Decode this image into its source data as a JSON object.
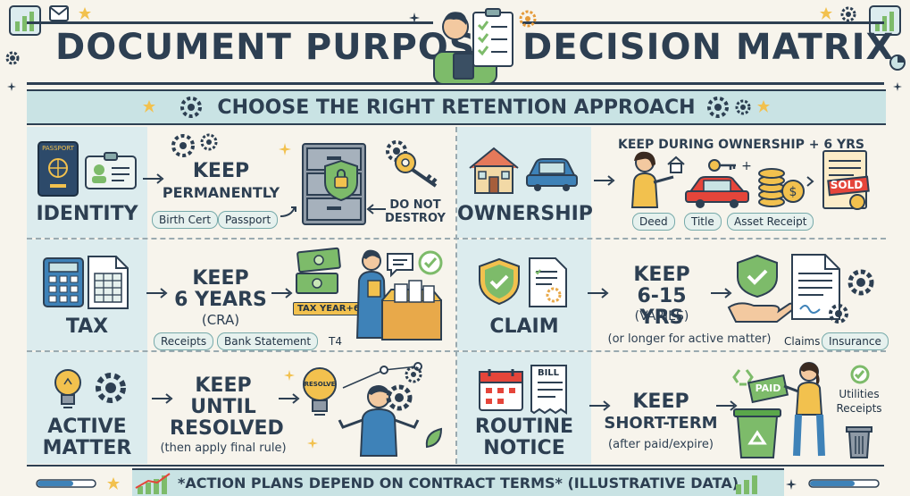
{
  "title": {
    "left": "DOCUMENT PURPOS",
    "right": "DECISION MATRIX"
  },
  "banner": "CHOOSE THE RIGHT RETENTION APPROACH",
  "rows": {
    "identity": {
      "label": "IDENTITY",
      "keep": "KEEP",
      "rule": "PERMANENTLY",
      "pills": [
        "Birth Cert",
        "Passport"
      ],
      "note": "DO NOT DESTROY",
      "icon_text": "PASSPORT"
    },
    "ownership": {
      "label": "OWNERSHIP",
      "rule": "KEEP DURING OWNERSHIP + 6 YRS",
      "pills": [
        "Deed",
        "Title",
        "Asset Receipt"
      ],
      "stamp": "SOLD"
    },
    "tax": {
      "label": "TAX",
      "keep": "KEEP",
      "rule": "6 YEARS",
      "sub": "(CRA)",
      "tag": "TAX YEAR+6",
      "pills": [
        "Receipts",
        "Bank Statement",
        "T4"
      ]
    },
    "claim": {
      "label": "CLAIM",
      "keep": "KEEP",
      "rule": "6-15 YRS",
      "sub": "(VARIES)",
      "note": "(or longer for active matter)",
      "pills": [
        "Claims",
        "Insurance"
      ]
    },
    "active": {
      "label_1": "ACTIVE",
      "label_2": "MATTER",
      "keep": "KEEP",
      "rule_1": "UNTIL",
      "rule_2": "RESOLVED",
      "note": "(then apply final rule)",
      "bulb": "RESOLVE"
    },
    "routine": {
      "label_1": "ROUTINE",
      "label_2": "NOTICE",
      "keep": "KEEP",
      "rule": "SHORT-TERM",
      "note": "(after paid/expire)",
      "bill": "BILL",
      "paid": "PAID",
      "items_1": "Utilities",
      "items_2": "Receipts"
    }
  },
  "footer": "*ACTION PLANS DEPEND ON CONTRACT TERMS* (ILLUSTRATIVE DATA)",
  "colors": {
    "navy": "#2d3f52",
    "teal": "#c9e3e4",
    "green": "#7dbb6a",
    "gold": "#f2c14e"
  }
}
